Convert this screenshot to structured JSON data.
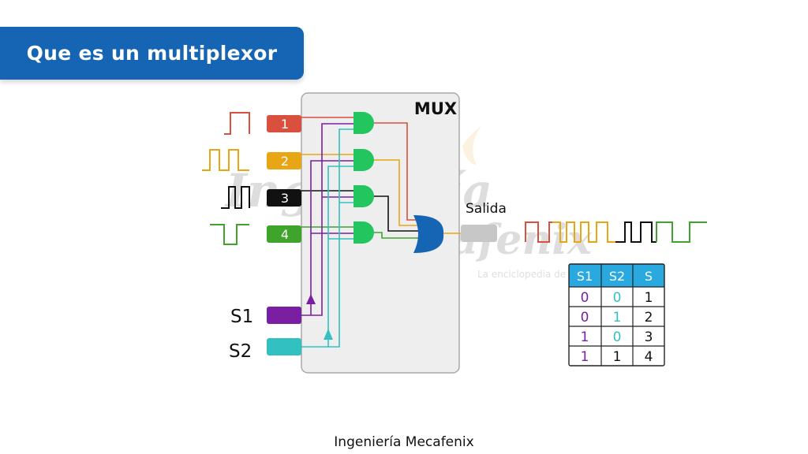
{
  "title": "Que es un multiplexor",
  "footer": "Ingeniería Mecafenix",
  "watermark": {
    "line1": "Ingeniería",
    "line2": "Mecafenix",
    "tagline": "La enciclopedia de ingeniería"
  },
  "mux": {
    "label": "MUX",
    "output_label": "Salida",
    "inputs": [
      {
        "label": "1",
        "color": "#d9503f",
        "waveform": "pulse-up"
      },
      {
        "label": "2",
        "color": "#e8a614",
        "waveform": "double-pulse"
      },
      {
        "label": "3",
        "color": "#111111",
        "waveform": "double-pulse"
      },
      {
        "label": "4",
        "color": "#3ea42c",
        "waveform": "pulse-down"
      }
    ],
    "selects": [
      {
        "label": "S1",
        "color": "#7b1fa2"
      },
      {
        "label": "S2",
        "color": "#33c0c0"
      }
    ],
    "gate_color": "#22c55e",
    "or_gate_color": "#1565b4"
  },
  "truth_table": {
    "headers": [
      "S1",
      "S2",
      "S"
    ],
    "header_color": "#29a9e0",
    "rows": [
      [
        "0",
        "0",
        "1"
      ],
      [
        "0",
        "1",
        "2"
      ],
      [
        "1",
        "0",
        "3"
      ],
      [
        "1",
        "1",
        "4"
      ]
    ]
  },
  "output_waveform_colors": [
    "#d9503f",
    "#e8a614",
    "#e8a614",
    "#111111",
    "#3ea42c"
  ]
}
